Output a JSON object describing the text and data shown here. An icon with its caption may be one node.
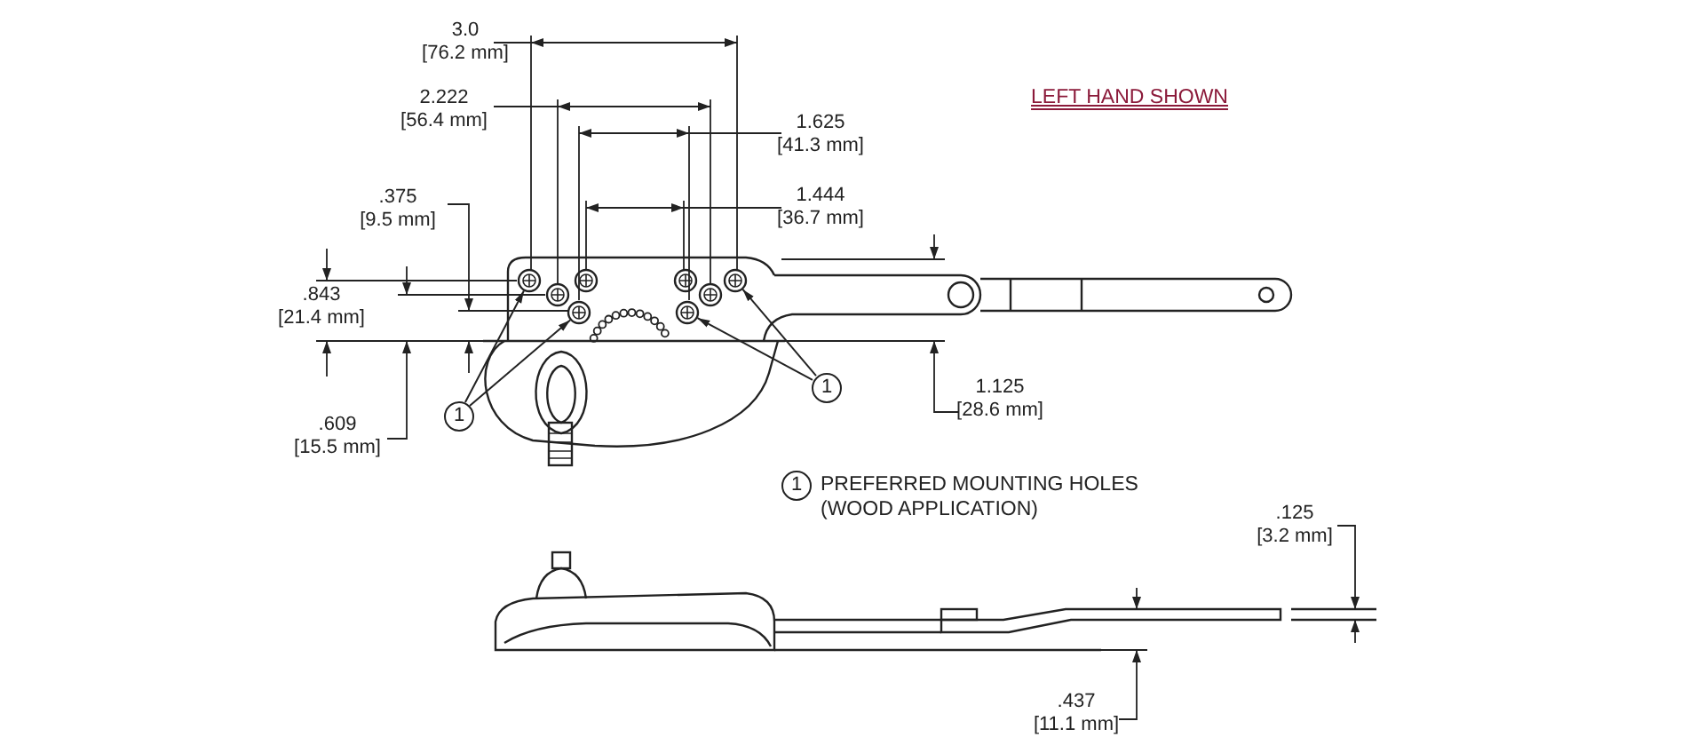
{
  "diagram": {
    "nodes": [
      {
        "text": [],
        "shape": "circle"
      },
      {
        "text": [],
        "shape": "circle"
      },
      {
        "text": [],
        "shape": "circle"
      },
      {
        "text": [],
        "shape": "circle"
      },
      {
        "text": [
          "1"
        ]
      },
      {
        "text": [
          "1"
        ]
      },
      {
        "text": [
          "1"
        ],
        "beside": [
          "PREFERRED MOUNTING HOLES (WOOD APPLICATION)"
        ]
      }
    ],
    "edges": [
      {
        "from": 4,
        "to": 0,
        "arrow": "to"
      },
      {
        "from": 4,
        "to": 1,
        "arrow": "to"
      },
      {
        "from": 5,
        "to": 3,
        "arrow": "to"
      },
      {
        "from": 5,
        "to": 2,
        "arrow": "to"
      }
    ],
    "labels": [
      "3.0 [76.2 mm]",
      "2.222 [56.4 mm]",
      "LEFT HAND SHOWN",
      "1.625 [41.3 mm]",
      "1.444 [36.7 mm]",
      ".375 [9.5 mm]",
      ".843 [21.4 mm]",
      "1.125 [28.6 mm]",
      ".609 [15.5 mm]",
      ".125 [3.2 mm]",
      ".437 [11.1 mm]"
    ]
  }
}
